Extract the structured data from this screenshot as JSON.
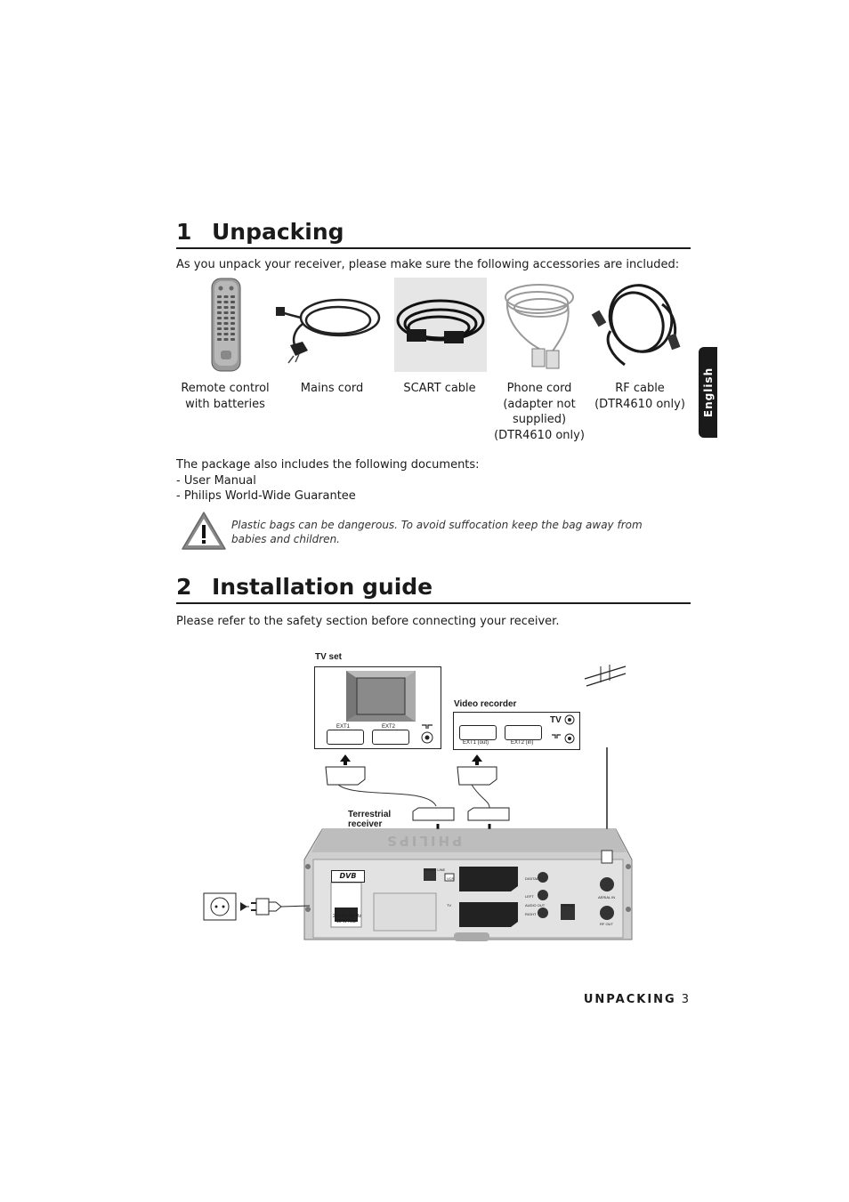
{
  "section1": {
    "number": "1",
    "title": "Unpacking"
  },
  "intro_text": "As you unpack your receiver, please make sure the following accessories are included:",
  "accessories": [
    {
      "icon": "remote-control",
      "caption": [
        "Remote control",
        "with batteries"
      ]
    },
    {
      "icon": "mains-cord",
      "caption": [
        "Mains cord"
      ]
    },
    {
      "icon": "scart-cable",
      "caption": [
        "SCART cable"
      ]
    },
    {
      "icon": "phone-cord",
      "caption": [
        "Phone cord",
        "(adapter not",
        "supplied)",
        "(DTR4610 only)"
      ]
    },
    {
      "icon": "rf-cable",
      "caption": [
        "RF cable",
        "(DTR4610 only)"
      ]
    }
  ],
  "side_tab": "English",
  "documents_intro": "The package also includes the following documents:",
  "documents": [
    "-  User Manual",
    "-  Philips World-Wide Guarantee"
  ],
  "warning": {
    "icon": "warning-triangle-icon",
    "text": "Plastic bags can be dangerous. To avoid suffocation keep the bag away from babies and children."
  },
  "section2": {
    "number": "2",
    "title": "Installation guide"
  },
  "install_text": "Please refer to the safety section before connecting your receiver.",
  "diagram": {
    "tv_set_label": "TV set",
    "tv_ext1": "EXT1",
    "tv_ext2": "EXT2",
    "video_recorder_label": "Video recorder",
    "vcr_ext1": "EXT1 (out)",
    "vcr_ext2": "EXT2 (in)",
    "vcr_tv": "TV",
    "receiver_label_1": "Terrestrial",
    "receiver_label_2": "receiver",
    "receiver_brand": "PHILIPS",
    "receiver_logo": "DVB",
    "power_rating_1": "230 V ~ 50 Hz",
    "power_rating_2": "16 W max",
    "phone_line": "PHONE LINE",
    "port_digital": "DIGITAL",
    "port_left": "LEFT",
    "port_audio_out": "AUDIO OUT",
    "port_right": "RIGHT",
    "port_serial": "SERIAL",
    "port_aerial_in": "AERIAL IN",
    "port_rf_out": "RF OUT",
    "port_tv": "TV",
    "port_vcr": "VCR"
  },
  "footer": {
    "section": "UNPACKING",
    "page": "3"
  }
}
